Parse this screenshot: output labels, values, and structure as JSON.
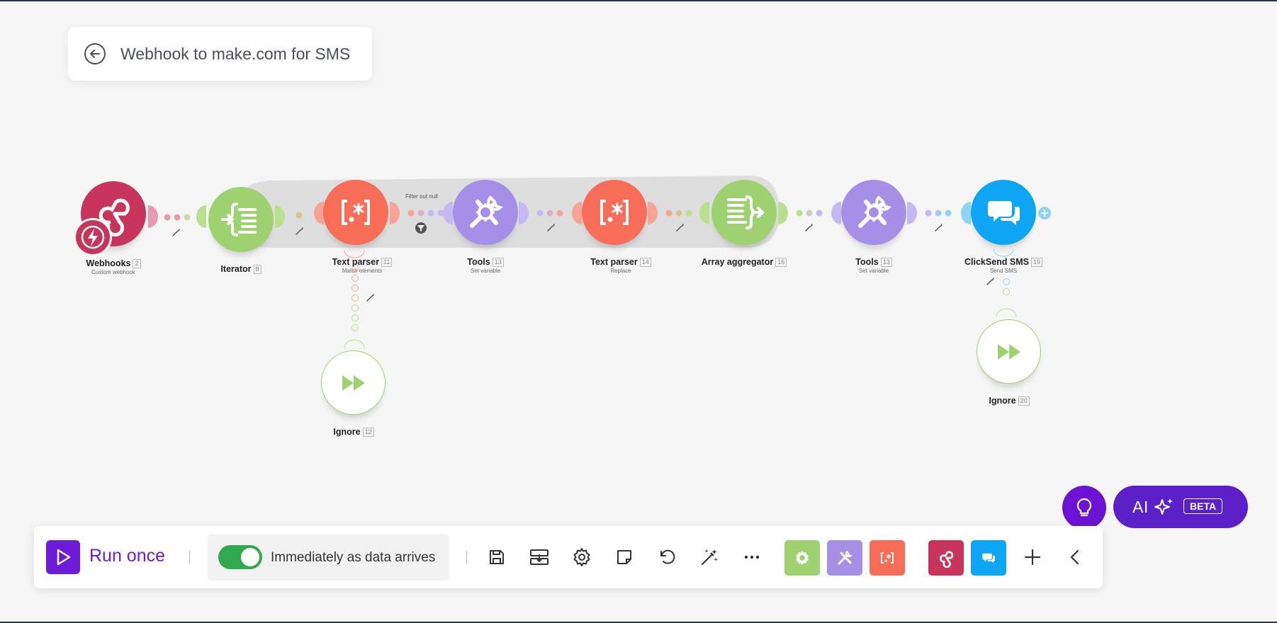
{
  "scenario": {
    "title": "Webhook to make.com for SMS"
  },
  "modules": [
    {
      "name": "Webhooks",
      "id": "2",
      "subtitle": "Custom webhook",
      "icon": "webhook-icon",
      "color": "#c8355c"
    },
    {
      "name": "Iterator",
      "id": "8",
      "subtitle": "",
      "icon": "iterator-icon",
      "color": "#9ed16f"
    },
    {
      "name": "Text parser",
      "id": "11",
      "subtitle": "Match elements",
      "icon": "regex-icon",
      "color": "#f76d58"
    },
    {
      "name": "Tools",
      "id": "13",
      "subtitle": "Set variable",
      "icon": "tools-icon",
      "color": "#a68fe6"
    },
    {
      "name": "Text parser",
      "id": "14",
      "subtitle": "Replace",
      "icon": "regex-icon",
      "color": "#f76d58"
    },
    {
      "name": "Array aggregator",
      "id": "16",
      "subtitle": "",
      "icon": "aggregator-icon",
      "color": "#9ed16f"
    },
    {
      "name": "Tools",
      "id": "13",
      "subtitle": "Set variable",
      "icon": "tools-icon",
      "color": "#a68fe6"
    },
    {
      "name": "ClickSend SMS",
      "id": "19",
      "subtitle": "Send SMS",
      "icon": "chat-bubbles-icon",
      "color": "#0ea5f4"
    },
    {
      "name": "Ignore",
      "id": "12",
      "subtitle": "",
      "icon": "fast-forward-icon",
      "color": "#9ed16f"
    },
    {
      "name": "Ignore",
      "id": "20",
      "subtitle": "",
      "icon": "fast-forward-icon",
      "color": "#9ed16f"
    }
  ],
  "filters": [
    {
      "label": "Filter out null"
    }
  ],
  "toolbar": {
    "run_label": "Run once",
    "schedule_label": "Immediately as data arrives",
    "schedule_enabled": true,
    "tools": [
      "save-icon",
      "auto-align-icon",
      "settings-icon",
      "notes-icon",
      "undo-icon",
      "magic-wand-icon",
      "more-icon"
    ],
    "favorites": [
      {
        "icon": "gear-icon",
        "color": "#9ed16f"
      },
      {
        "icon": "tools-icon",
        "color": "#a68fe6"
      },
      {
        "icon": "regex-icon",
        "color": "#f76d58"
      },
      {
        "icon": "webhook-icon",
        "color": "#c8355c"
      },
      {
        "icon": "chat-bubbles-icon",
        "color": "#0ea5f4"
      }
    ]
  },
  "ai": {
    "label": "AI",
    "badge": "BETA"
  },
  "colors": {
    "accent": "#6c1bd6",
    "ai": "#5b20c8",
    "toggle_on": "#2fa84f"
  }
}
